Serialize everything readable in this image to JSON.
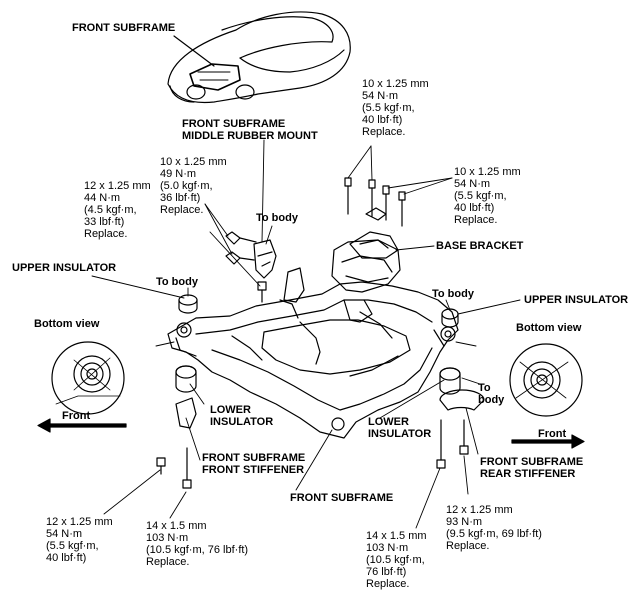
{
  "labels": {
    "front_subframe_top": "FRONT SUBFRAME",
    "middle_mount": [
      "FRONT SUBFRAME",
      "MIDDLE RUBBER MOUNT"
    ],
    "spec_top": [
      "10 x 1.25 mm",
      "54 N·m",
      "(5.5 kgf·m,",
      "40 lbf·ft)",
      "Replace."
    ],
    "spec_right": [
      "10 x 1.25 mm",
      "54 N·m",
      "(5.5 kgf·m,",
      "40 lbf·ft)",
      "Replace."
    ],
    "spec_middle": [
      "10 x 1.25 mm",
      "49 N·m",
      "(5.0 kgf·m,",
      "36 lbf·ft)",
      "Replace."
    ],
    "spec_left": [
      "12 x 1.25 mm",
      "44 N·m",
      "(4.5 kgf·m,",
      "33 lbf·ft)",
      "Replace."
    ],
    "to_body_mid": "To body",
    "base_bracket": "BASE BRACKET",
    "upper_insulator_left": "UPPER INSULATOR",
    "upper_insulator_right": "UPPER INSULATOR",
    "to_body_left": "To body",
    "to_body_right_top": "To body",
    "bottom_view_left": "Bottom view",
    "bottom_view_right": "Bottom view",
    "front_left": "Front",
    "front_right": "Front",
    "to_body_right": [
      "To",
      "body"
    ],
    "lower_insulator_left": [
      "LOWER",
      "INSULATOR"
    ],
    "lower_insulator_right": [
      "LOWER",
      "INSULATOR"
    ],
    "front_stiffener": [
      "FRONT SUBFRAME",
      "FRONT STIFFENER"
    ],
    "rear_stiffener": [
      "FRONT SUBFRAME",
      "REAR STIFFENER"
    ],
    "front_subframe_bottom": "FRONT SUBFRAME",
    "spec_bottom_left": [
      "12 x 1.25 mm",
      "54 N·m",
      "(5.5 kgf·m,",
      "40 lbf·ft)"
    ],
    "spec_bottom_mid": [
      "14 x 1.5 mm",
      "103 N·m",
      "(10.5 kgf·m, 76 lbf·ft)",
      "Replace."
    ],
    "spec_bottom_right": [
      "14 x 1.5 mm",
      "103 N·m",
      "(10.5 kgf·m,",
      "76 lbf·ft)",
      "Replace."
    ],
    "spec_rear": [
      "12 x 1.25 mm",
      "93 N·m",
      "(9.5 kgf·m, 69 lbf·ft)",
      "Replace."
    ]
  }
}
